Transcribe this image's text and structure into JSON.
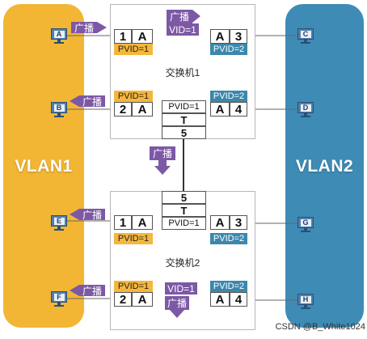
{
  "vlans": [
    {
      "id": "vlan1",
      "label": "VLAN1",
      "color": "#f2b634"
    },
    {
      "id": "vlan2",
      "label": "VLAN2",
      "color": "#3e8cb5"
    }
  ],
  "broadcast_label": "广播",
  "switches": [
    {
      "name": "交换机1",
      "vid_tag": "VID=1",
      "ports": [
        {
          "num": "1",
          "host": "A",
          "pvid": "PVID=1"
        },
        {
          "num": "2",
          "host": "A",
          "pvid": "PVID=1"
        },
        {
          "num": "3",
          "host": "A",
          "pvid": "PVID=2"
        },
        {
          "num": "4",
          "host": "A",
          "pvid": "PVID=2"
        }
      ],
      "trunk": {
        "pvid": "PVID=1",
        "type": "T",
        "num": "5"
      }
    },
    {
      "name": "交换机2",
      "vid_tag": "VID=1",
      "ports": [
        {
          "num": "1",
          "host": "A",
          "pvid": "PVID=1"
        },
        {
          "num": "2",
          "host": "A",
          "pvid": "PVID=1"
        },
        {
          "num": "3",
          "host": "A",
          "pvid": "PVID=2"
        },
        {
          "num": "4",
          "host": "A",
          "pvid": "PVID=2"
        }
      ],
      "trunk": {
        "pvid": "PVID=1",
        "type": "T",
        "num": "5"
      }
    }
  ],
  "hosts": [
    "A",
    "B",
    "C",
    "D",
    "E",
    "F",
    "G",
    "H"
  ],
  "colors": {
    "accent_purple": "#7c58a5",
    "pvid_orange": "#f5b63c",
    "pvid_blue": "#3b88ac",
    "host_blue": "#4e7fae"
  },
  "footer": "CSDN @B_White1024"
}
